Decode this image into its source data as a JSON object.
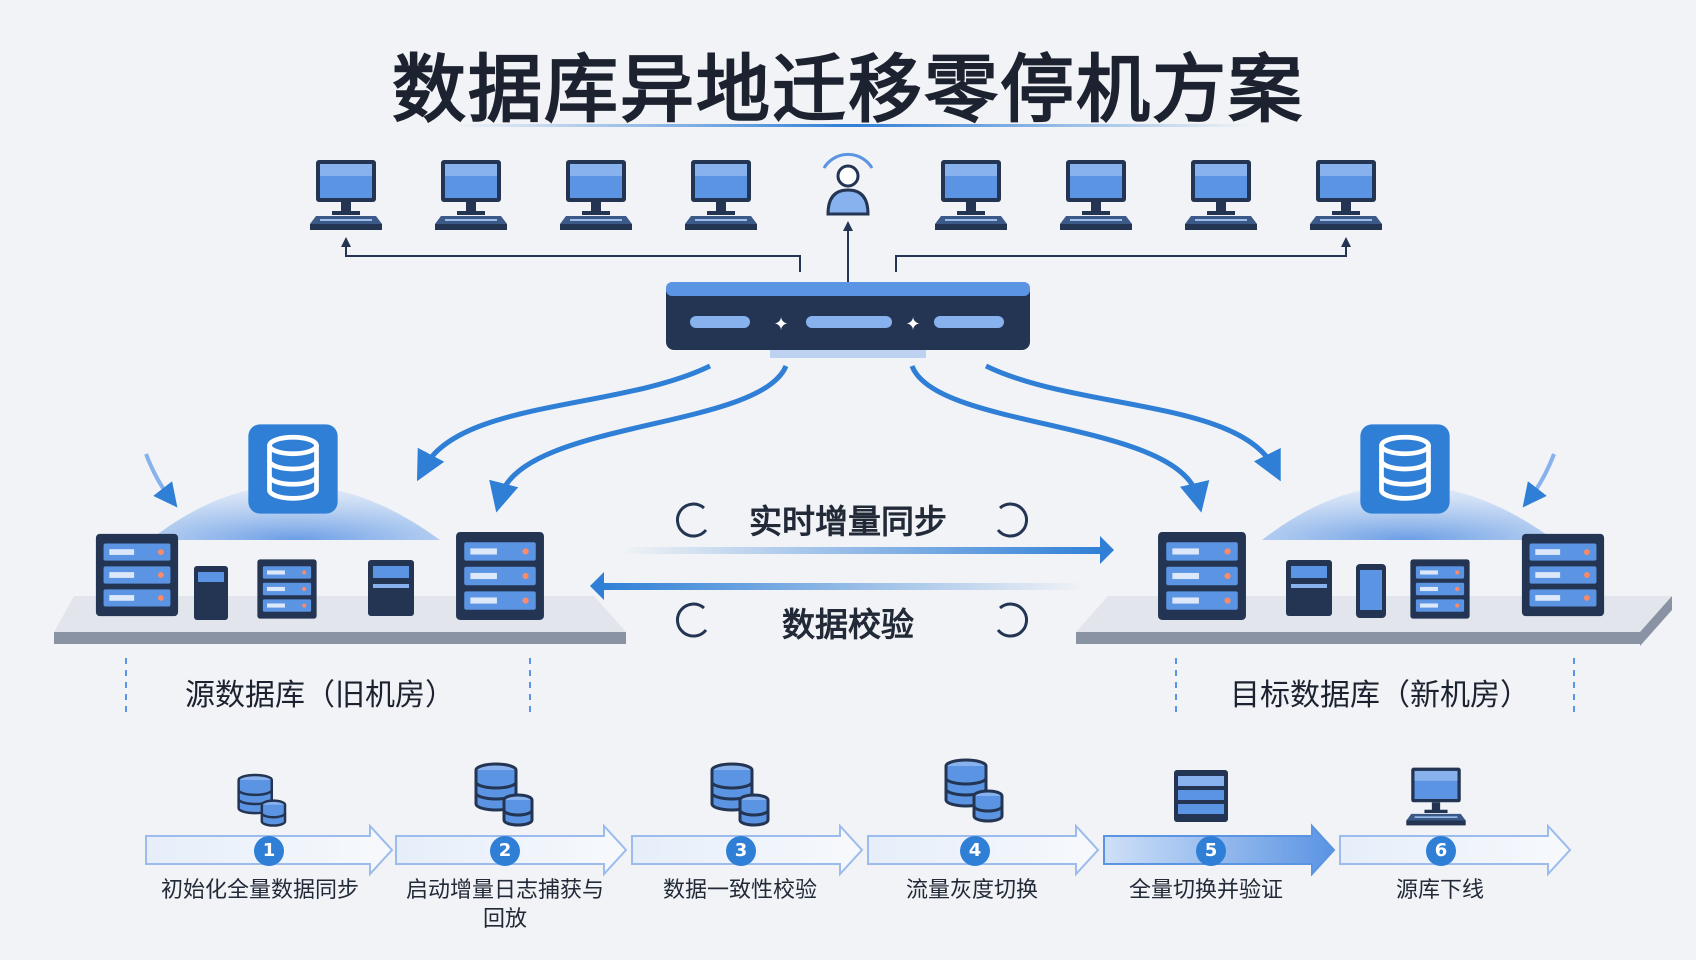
{
  "title": "数据库异地迁移零停机方案",
  "flow": {
    "sync_label": "实时增量同步",
    "verify_label": "数据校验"
  },
  "source": {
    "label": "源数据库（旧机房）"
  },
  "target": {
    "label": "目标数据库（新机房）"
  },
  "steps": [
    {
      "num": "1",
      "label": "初始化全量数据同步"
    },
    {
      "num": "2",
      "label": "启动增量日志捕获与回放"
    },
    {
      "num": "3",
      "label": "数据一致性校验"
    },
    {
      "num": "4",
      "label": "流量灰度切换"
    },
    {
      "num": "5",
      "label": "全量切换并验证"
    },
    {
      "num": "6",
      "label": "源库下线"
    }
  ],
  "colors": {
    "accent": "#2f7fd6",
    "dark": "#233552",
    "light": "#5b94e3",
    "platform": "#cdd2da"
  },
  "icons": {
    "client": "monitor-icon",
    "user": "user-icon",
    "gateway": "load-balancer-icon",
    "database": "database-icon",
    "server": "server-rack-icon",
    "sync": "refresh-icon"
  }
}
